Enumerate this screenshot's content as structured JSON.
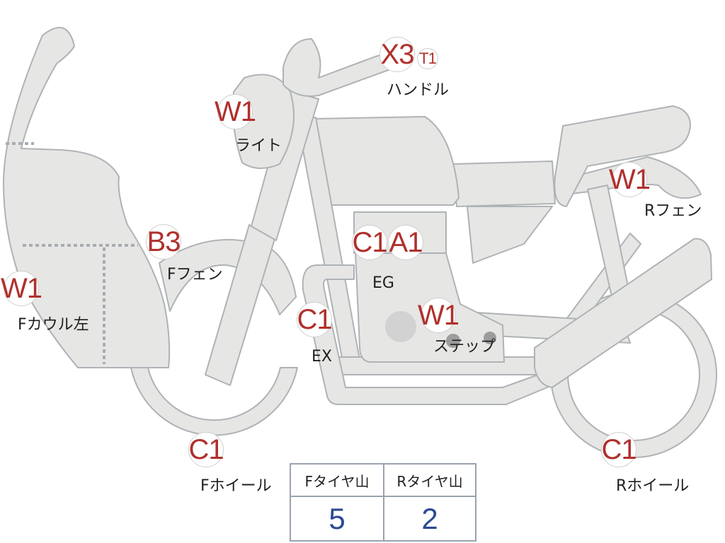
{
  "diagram": {
    "colors": {
      "part_fill": "#e6e6e4",
      "part_stroke": "#aeb3b6",
      "dotted_line": "#a7adb3",
      "code_text": "#b0302c",
      "value_text": "#2a4a92",
      "engine_circle": "#d2d2d2"
    },
    "parts": [
      {
        "id": "handle",
        "label": "ハンドル",
        "codes": [
          "X3",
          "T1"
        ]
      },
      {
        "id": "light",
        "label": "ライト",
        "codes": [
          "W1"
        ]
      },
      {
        "id": "rear-fender",
        "label": "Rフェン",
        "codes": [
          "W1"
        ]
      },
      {
        "id": "front-fender",
        "label": "Fフェン",
        "codes": [
          "B3"
        ]
      },
      {
        "id": "engine",
        "label": "EG",
        "codes": [
          "C1",
          "A1"
        ]
      },
      {
        "id": "front-cowl-left",
        "label": "Fカウル左",
        "codes": [
          "W1"
        ]
      },
      {
        "id": "exhaust",
        "label": "EX",
        "codes": [
          "C1"
        ]
      },
      {
        "id": "step",
        "label": "ステップ",
        "codes": [
          "W1"
        ]
      },
      {
        "id": "front-wheel",
        "label": "Fホイール",
        "codes": [
          "C1"
        ]
      },
      {
        "id": "rear-wheel",
        "label": "Rホイール",
        "codes": [
          "C1"
        ]
      }
    ],
    "tyre_table": {
      "headers": [
        "Fタイヤ山",
        "Rタイヤ山"
      ],
      "values": [
        "5",
        "2"
      ]
    }
  }
}
